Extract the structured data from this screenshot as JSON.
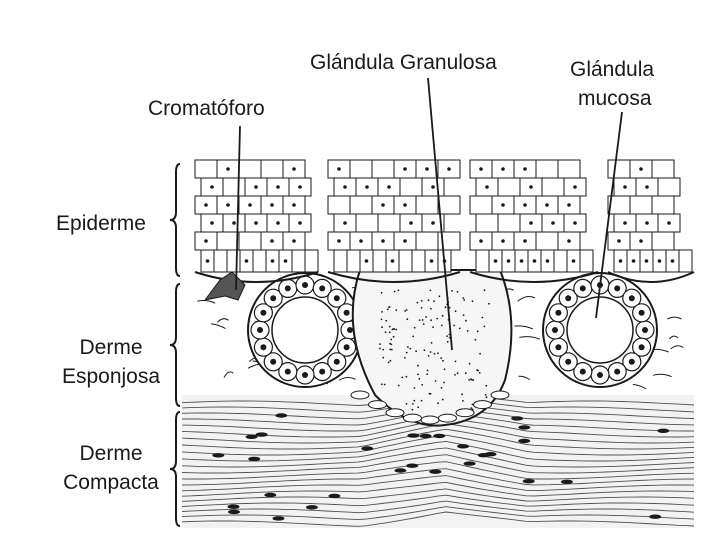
{
  "labels": {
    "cromatoforo": "Cromatóforo",
    "glandula_granulosa": "Glándula Granulosa",
    "glandula_mucosa_line1": "Glándula",
    "glandula_mucosa_line2": "mucosa"
  },
  "layers": {
    "epiderme": "Epiderme",
    "derme_esponjosa_line1": "Derme",
    "derme_esponjosa_line2": "Esponjosa",
    "derme_compacta_line1": "Derme",
    "derme_compacta_line2": "Compacta"
  },
  "colors": {
    "ink": "#1a1a1a",
    "paper": "#ffffff",
    "gland_fill": "#f6f6f6",
    "tissue": "#f3f3f3"
  }
}
